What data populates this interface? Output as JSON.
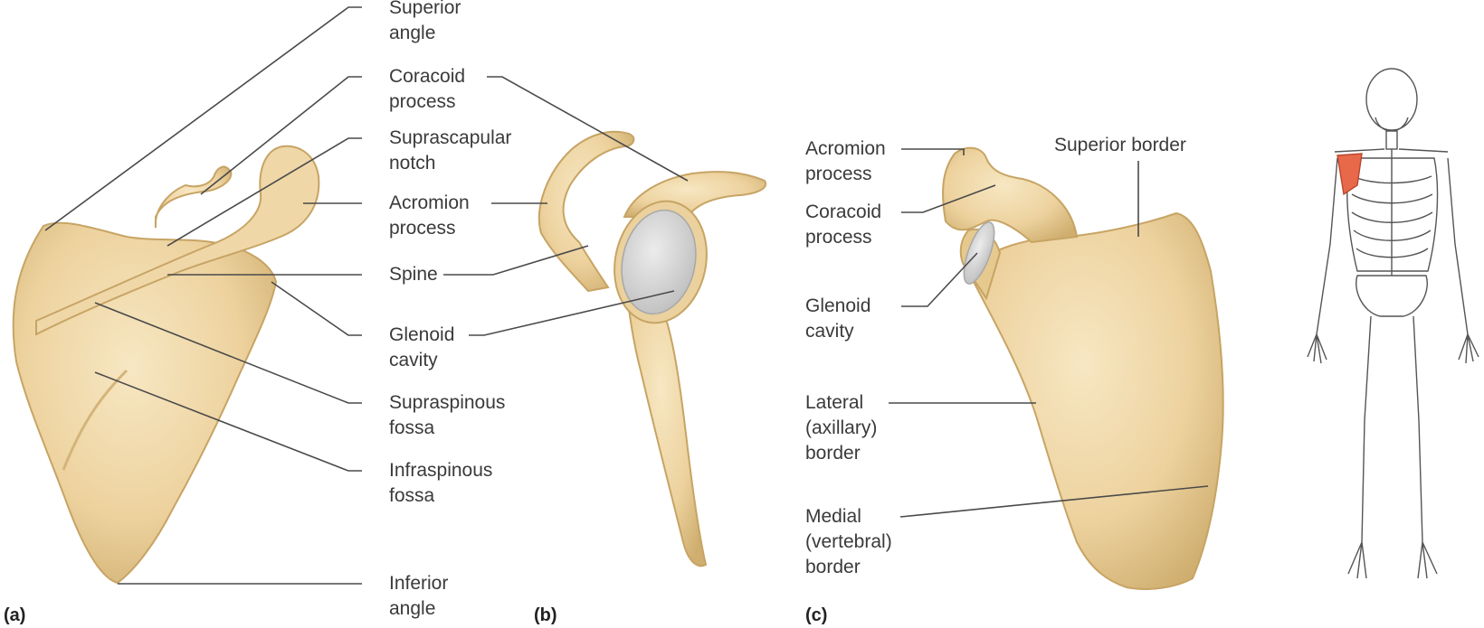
{
  "colors": {
    "bone": "#ecd09a",
    "bone_shadow": "#c9a86a",
    "bone_highlight": "#f6e6c0",
    "glenoid": "#d7d7d7",
    "leader": "#4a4a4a",
    "highlight": "#e8694a"
  },
  "panels": {
    "a": "(a)",
    "b": "(b)",
    "c": "(c)"
  },
  "labels": {
    "superior_angle": "Superior\nangle",
    "coracoid_process_ab": "Coracoid\nprocess",
    "suprascapular_notch": "Suprascapular\nnotch",
    "acromion_process_ab": "Acromion\nprocess",
    "spine": "Spine",
    "glenoid_cavity_ab": "Glenoid\ncavity",
    "supraspinous_fossa": "Supraspinous\nfossa",
    "infraspinous_fossa": "Infraspinous\nfossa",
    "inferior_angle": "Inferior\nangle",
    "acromion_process_c": "Acromion\nprocess",
    "coracoid_process_c": "Coracoid\nprocess",
    "glenoid_cavity_c": "Glenoid\ncavity",
    "lateral_border": "Lateral\n(axillary)\nborder",
    "medial_border": "Medial\n(vertebral)\nborder",
    "superior_border": "Superior border"
  }
}
